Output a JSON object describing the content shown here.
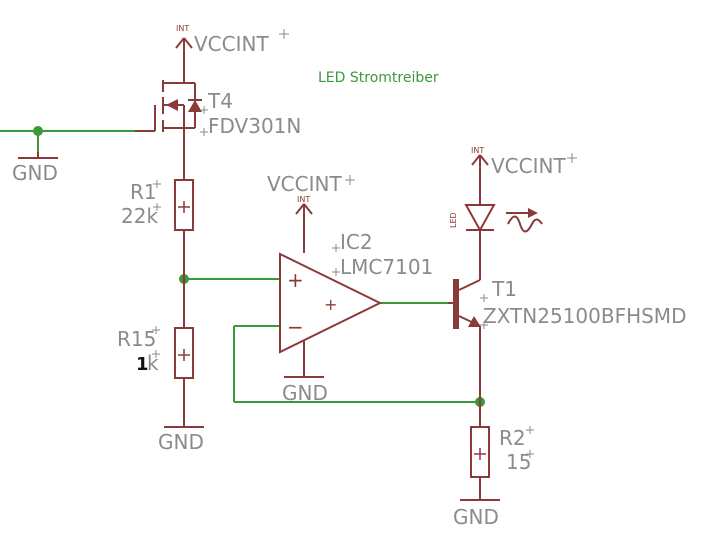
{
  "title_note": "LED Stromtreiber",
  "supply": {
    "top_label": "VCCINT",
    "opamp_label": "VCCINT",
    "led_label": "VCCINT",
    "int_tag": "INT"
  },
  "ground_label": "GND",
  "components": {
    "T4": {
      "ref": "T4",
      "value": "FDV301N"
    },
    "R1": {
      "ref": "R1",
      "value": "22k"
    },
    "R15": {
      "ref": "R15",
      "value_num": "1",
      "value_unit": "k"
    },
    "IC2": {
      "ref": "IC2",
      "value": "LMC7101"
    },
    "T1": {
      "ref": "T1",
      "value": "ZXTN25100BFHSMD"
    },
    "R2": {
      "ref": "R2",
      "value": "15"
    },
    "LED": {
      "ref": "LED"
    }
  },
  "opamp_pins": {
    "plus": "+",
    "minus": "−",
    "center": "+"
  }
}
